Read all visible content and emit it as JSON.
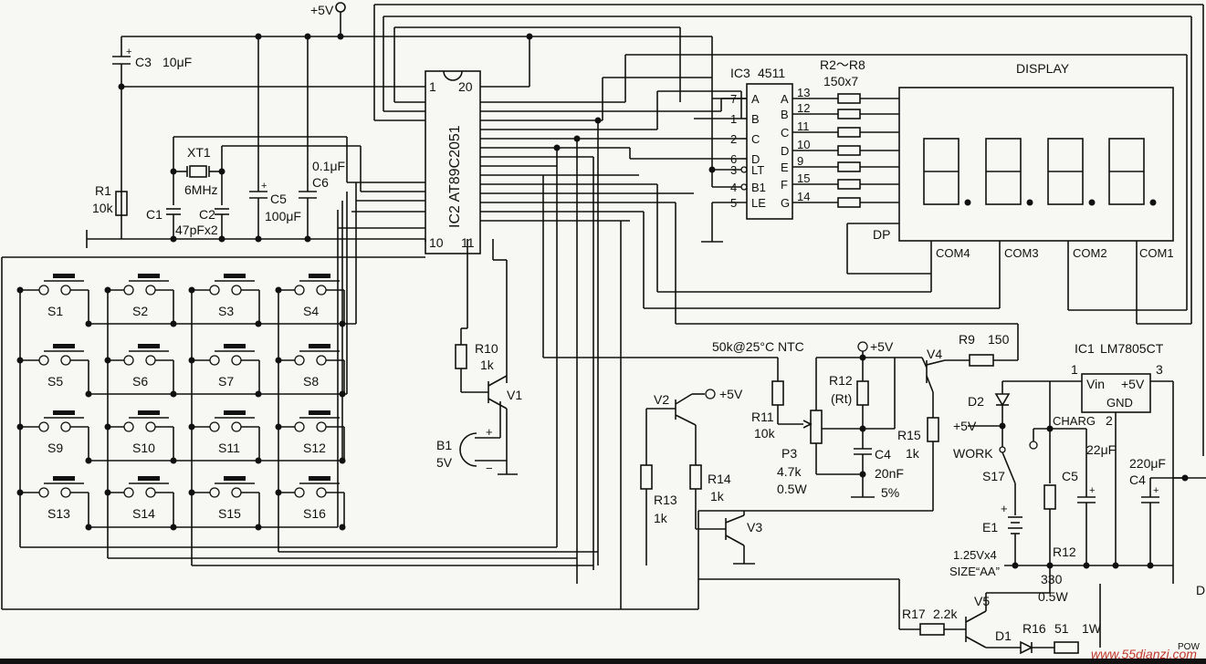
{
  "labels": {
    "vcc_top": "+5V",
    "c3": "C3",
    "c3_val": "10μF",
    "ic2_pin1": "1",
    "ic2_pin20": "20",
    "ic2_pin10": "10",
    "ic2_pin11": "11",
    "ic2_name": "IC2 AT89C2051",
    "xt1": "XT1",
    "xt1_val": "6MHz",
    "r1": "R1",
    "r1_val": "10k",
    "c1": "C1",
    "c2": "C2",
    "c12_val": "47pFx2",
    "c5_left": "C5",
    "c5_left_val": "100μF",
    "c6": "C6",
    "c6_val": "0.1μF",
    "ic3": "IC3",
    "ic3_part": "4511",
    "r2r8": "R2～R8",
    "r2r8_val": "150x7",
    "display": "DISPLAY",
    "dp": "DP",
    "com4": "COM4",
    "com3": "COM3",
    "com2": "COM2",
    "com1": "COM1",
    "r10": "R10",
    "r10_val": "1k",
    "v1": "V1",
    "b1": "B1",
    "b1_val": "5V",
    "v2": "V2",
    "v2_vcc": "+5V",
    "r13": "R13",
    "r13_val": "1k",
    "r14": "R14",
    "r14_val": "1k",
    "v3": "V3",
    "ntc": "50k@25°C NTC",
    "ntc_vcc": "+5V",
    "r11": "R11",
    "r11_val": "10k",
    "p3": "P3",
    "p3_val": "4.7k",
    "p3_w": "0.5W",
    "r12_left": "R12",
    "r12_rt": "(Rt)",
    "c4_left": "C4",
    "c4_left_val": "20nF",
    "c4_left_tol": "5%",
    "v4": "V4",
    "r9": "R9",
    "r9_val": "150",
    "r15": "R15",
    "r15_val": "1k",
    "ic1": "IC1",
    "ic1_part": "LM7805CT",
    "ic1_vin": "Vin",
    "ic1_out": "+5V",
    "ic1_gnd": "GND",
    "ic1_p1": "1",
    "ic1_p2": "2",
    "ic1_p3": "3",
    "d2": "D2",
    "s17_vcc": "+5V",
    "work": "WORK",
    "charg": "CHARG",
    "s17": "S17",
    "c5_right": "C5",
    "c5_right_val": "22μF",
    "c4_right_val": "220μF",
    "c4_right": "C4",
    "e1": "E1",
    "e1_val": "1.25Vx4",
    "e1_size": "SIZE“AA”",
    "r12_right": "R12",
    "r12_right_val": "330",
    "r12_right_w": "0.5W",
    "r17": "R17",
    "r17_val": "2.2k",
    "v5": "V5",
    "d1": "D1",
    "r16": "R16",
    "r16_val": "51",
    "r16_w": "1W",
    "edge_d": "D",
    "edge_pow": "POW",
    "watermark": "www.55dianzi.com",
    "minus": "−",
    "plus": "+"
  },
  "ic3_pins_left": [
    {
      "num": "7",
      "name": "A"
    },
    {
      "num": "1",
      "name": "B"
    },
    {
      "num": "2",
      "name": "C"
    },
    {
      "num": "6",
      "name": "D"
    },
    {
      "num": "3",
      "name": "LT"
    },
    {
      "num": "4",
      "name": "B1"
    },
    {
      "num": "5",
      "name": "LE"
    }
  ],
  "ic3_pins_right": [
    {
      "num": "13",
      "name": "A"
    },
    {
      "num": "12",
      "name": "B"
    },
    {
      "num": "11",
      "name": "C"
    },
    {
      "num": "10",
      "name": "D"
    },
    {
      "num": "9",
      "name": "E"
    },
    {
      "num": "15",
      "name": "F"
    },
    {
      "num": "14",
      "name": "G"
    }
  ],
  "switches": [
    "S1",
    "S2",
    "S3",
    "S4",
    "S5",
    "S6",
    "S7",
    "S8",
    "S9",
    "S10",
    "S11",
    "S12",
    "S13",
    "S14",
    "S15",
    "S16"
  ]
}
